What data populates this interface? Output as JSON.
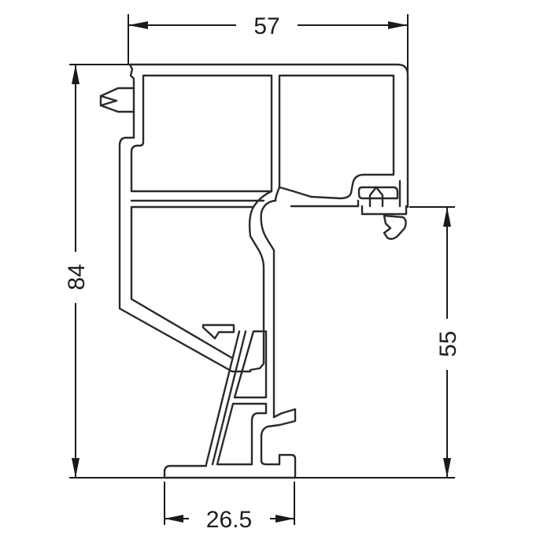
{
  "drawing": {
    "type": "profile cross-section",
    "stroke_color": "#2a2a2a",
    "background": "#ffffff"
  },
  "dimensions": {
    "top_width": {
      "label": "57",
      "orientation": "horizontal"
    },
    "overall_height": {
      "label": "84",
      "orientation": "vertical"
    },
    "right_height": {
      "label": "55",
      "orientation": "vertical"
    },
    "base_width": {
      "label": "26.5",
      "orientation": "horizontal"
    }
  }
}
